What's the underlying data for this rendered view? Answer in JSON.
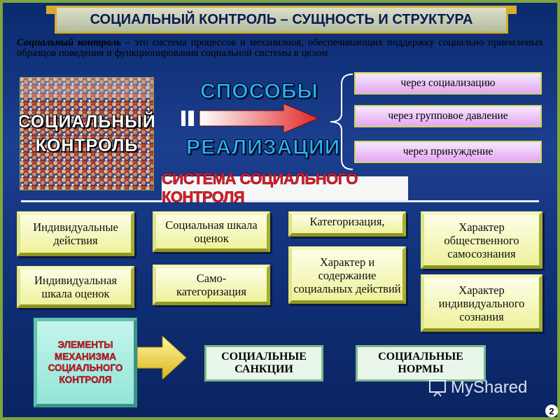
{
  "title": "СОЦИАЛЬНЫЙ КОНТРОЛЬ – СУЩНОСТЬ И СТРУКТУРА",
  "definition": {
    "term": "Социальный контроль",
    "text": " – это система процессов и механизмов, обеспечивающих поддержку социально приемлемых образцов поведения и функционирования социальной системы в целом"
  },
  "crowd_caption": [
    "СОЦИАЛЬНЫЙ",
    "КОНТРОЛЬ"
  ],
  "ways": {
    "word1": "СПОСОБЫ",
    "word2": "РЕАЛИЗАЦИИ"
  },
  "methods": [
    "через социализацию",
    "через групповое давление",
    "через принуждение"
  ],
  "system_label": "СИСТЕМА СОЦИАЛЬНОГО КОНТРОЛЯ",
  "system_boxes": {
    "individual_actions": "Индивидуальные действия",
    "individual_scale": "Индивидуальная шкала оценок",
    "social_scale": "Социальная шкала оценок",
    "self_categorization": "Само-\nкатегоризация",
    "categorization": "Категоризация,",
    "nature_actions": "Характер и содержание социальных действий",
    "public_consciousness": "Характер общественного самосознания",
    "individual_consciousness": "Характер индивидуального сознания"
  },
  "mechanism_label": "ЭЛЕМЕНТЫ МЕХАНИЗМА СОЦИАЛЬНОГО КОНТРОЛЯ",
  "sanctions": "СОЦИАЛЬНЫЕ САНКЦИИ",
  "norms": "СОЦИАЛЬНЫЕ НОРМЫ",
  "watermark": "MyShared",
  "page_number": "2",
  "colors": {
    "accent_blue": "#27b3ff",
    "accent_red": "#e11c2a",
    "frame_green": "#7ca63c"
  }
}
